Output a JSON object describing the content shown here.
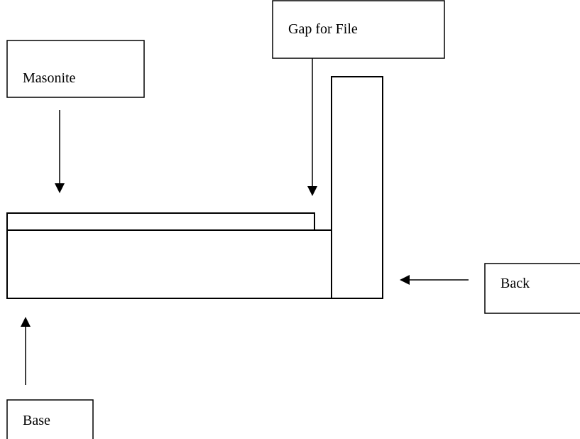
{
  "labels": {
    "gap_for_file": "Gap for File",
    "masonite": "Masonite",
    "back": "Back",
    "base": "Base"
  },
  "colors": {
    "stroke": "#000000",
    "background": "#ffffff"
  }
}
